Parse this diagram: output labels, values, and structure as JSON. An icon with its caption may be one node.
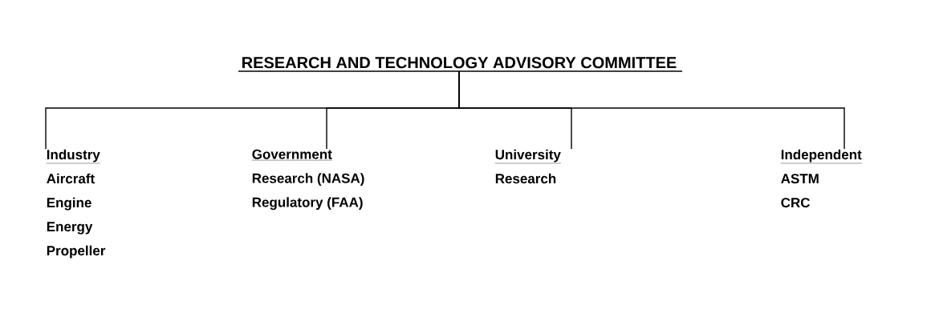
{
  "diagram": {
    "nodes": [
      {
        "text": [
          "RESEARCH AND TECHNOLOGY ADVISORY COMMITTEE"
        ]
      },
      {
        "text": [
          "Industry",
          "Aircraft",
          "Engine",
          "Energy",
          "Propeller"
        ]
      },
      {
        "text": [
          "Government",
          "Research (NASA)",
          "Regulatory (FAA)"
        ]
      },
      {
        "text": [
          "University",
          "Research"
        ]
      },
      {
        "text": [
          "Independent",
          "ASTM",
          "CRC"
        ]
      }
    ],
    "edges": [
      {
        "from": 0,
        "to": 1,
        "arrow": "none"
      },
      {
        "from": 0,
        "to": 2,
        "arrow": "none"
      },
      {
        "from": 0,
        "to": 3,
        "arrow": "none"
      },
      {
        "from": 0,
        "to": 4,
        "arrow": "none"
      }
    ]
  }
}
